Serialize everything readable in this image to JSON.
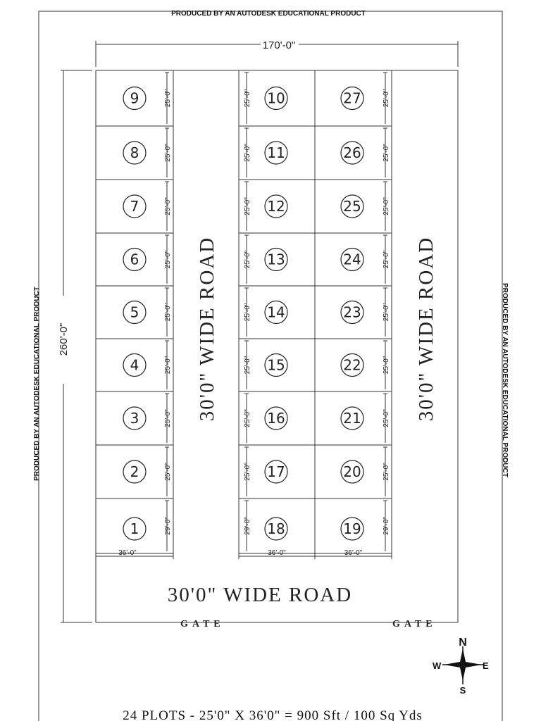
{
  "watermark": "PRODUCED BY AN AUTODESK EDUCATIONAL PRODUCT",
  "dimensions": {
    "overall_width": "170'-0\"",
    "overall_length": "260'-0\"",
    "plot_depth": "25'-0\"",
    "corner_plot_depth": "29'-0\"",
    "plot_width": "36'-0\""
  },
  "columns": [
    {
      "plots": [
        "9",
        "8",
        "7",
        "6",
        "5",
        "4",
        "3",
        "2",
        "1"
      ]
    },
    {
      "plots": [
        "10",
        "11",
        "12",
        "13",
        "14",
        "15",
        "16",
        "17",
        "18"
      ]
    },
    {
      "plots": [
        "27",
        "26",
        "25",
        "24",
        "23",
        "22",
        "21",
        "20",
        "19"
      ]
    }
  ],
  "roads": {
    "left": "30'0\" WIDE ROAD",
    "right": "30'0\" WIDE ROAD",
    "bottom": "30'0\" WIDE ROAD"
  },
  "gates": {
    "left": "GATE",
    "right": "GATE"
  },
  "compass": {
    "north": "N",
    "south": "S",
    "east": "E",
    "west": "W"
  },
  "footer": "24 PLOTS - 25'0\" X 36'0\" = 900 Sft / 100 Sq Yds"
}
